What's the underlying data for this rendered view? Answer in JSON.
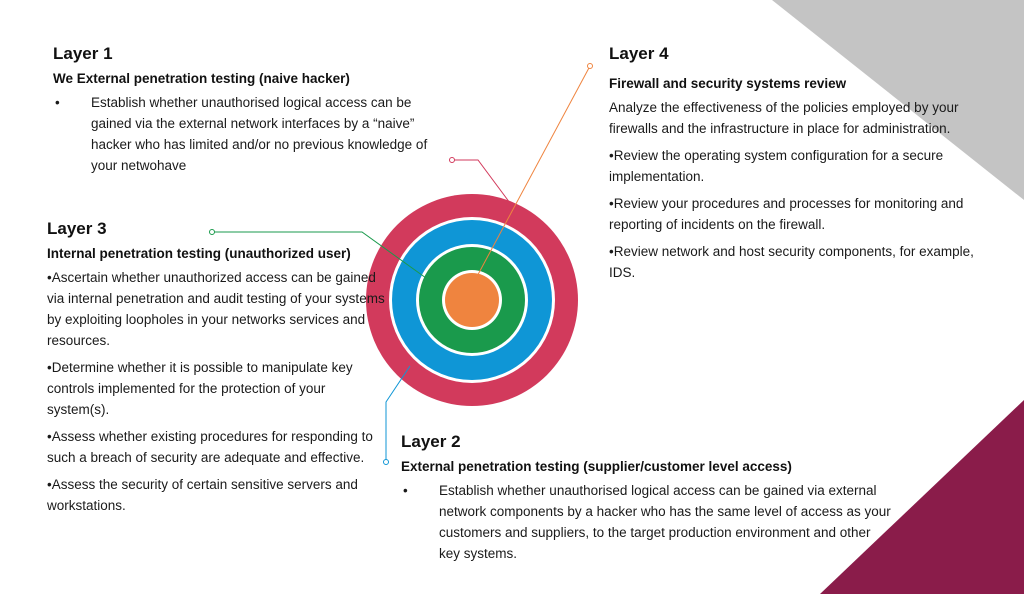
{
  "layer1": {
    "title": "Layer 1",
    "subtitle": "We External penetration testing (naive hacker)",
    "bullet": "•",
    "text": "Establish whether unauthorised logical access can be gained via the external network interfaces by a “naive” hacker who has limited and/or no previous knowledge of your netwohave"
  },
  "layer2": {
    "title": "Layer 2",
    "subtitle": "External penetration testing (supplier/customer level access)",
    "bullet": "•",
    "text": "Establish whether unauthorised logical access can be gained via external network components by a hacker who has the same level of access as your customers and suppliers, to the target production environment and other key systems."
  },
  "layer3": {
    "title": "Layer 3",
    "subtitle": "Internal penetration testing  (unauthorized user)",
    "items": [
      "•Ascertain whether unauthorized  access can be gained via internal  penetration and audit testing of your systems by exploiting  loopholes in your networks  services and resources.",
      "•Determine whether it is possible  to manipulate key controls  implemented for the protection of your system(s).",
      "•Assess whether existing  procedures for responding to such  a breach of security are adequate  and effective.",
      "•Assess the security of certain  sensitive servers and workstations."
    ]
  },
  "layer4": {
    "title": "Layer 4",
    "subtitle": "Firewall and security systems  review",
    "items": [
      "Analyze the effectiveness of the  policies employed by your firewalls  and the infrastructure in place for administration.",
      "•Review the operating system  configuration for a secure implementation.",
      "•Review your procedures and  processes for monitoring and  reporting of incidents on the  firewall.",
      "•Review network and host security  components, for example, IDS."
    ]
  },
  "colors": {
    "ring_outer": "#d23a5c",
    "ring_blue": "#0f96d6",
    "ring_green": "#1a9a4c",
    "core": "#ef843f",
    "gray_triangle": "#c4c4c4",
    "maroon_triangle": "#8a1c4a",
    "connector_layer1": "#d23a5c",
    "connector_layer3": "#1a9a4c",
    "connector_layer4": "#ef843f",
    "connector_layer2": "#0f96d6"
  }
}
